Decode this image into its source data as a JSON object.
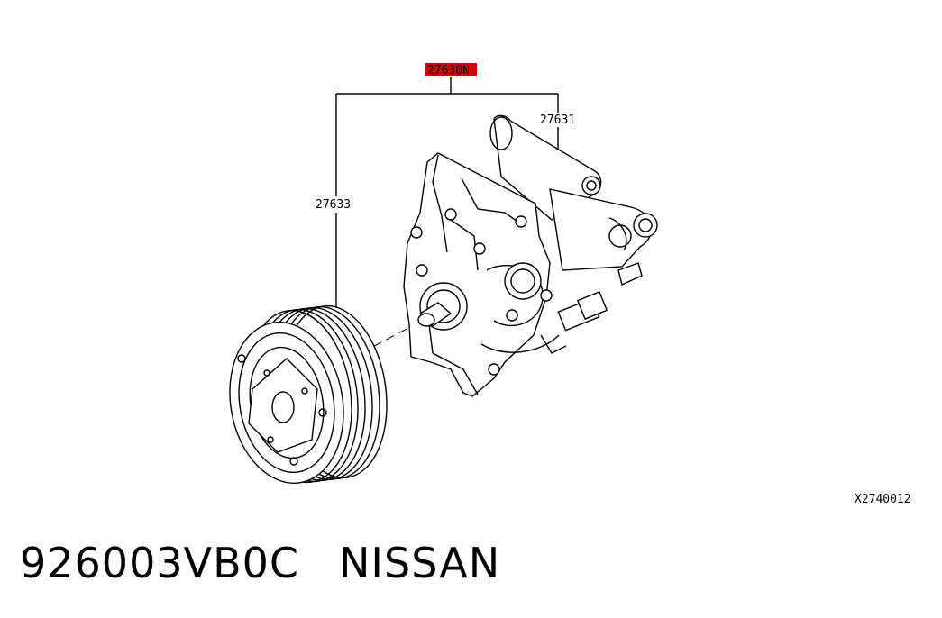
{
  "callouts": {
    "assembly": "27630N",
    "compressor": "27631",
    "clutch": "27633"
  },
  "reference_code": "X2740012",
  "caption": {
    "part_number": "926003VB0C",
    "brand": "NISSAN"
  },
  "colors": {
    "highlight": "#d40000",
    "line": "#000000",
    "background": "#ffffff"
  }
}
